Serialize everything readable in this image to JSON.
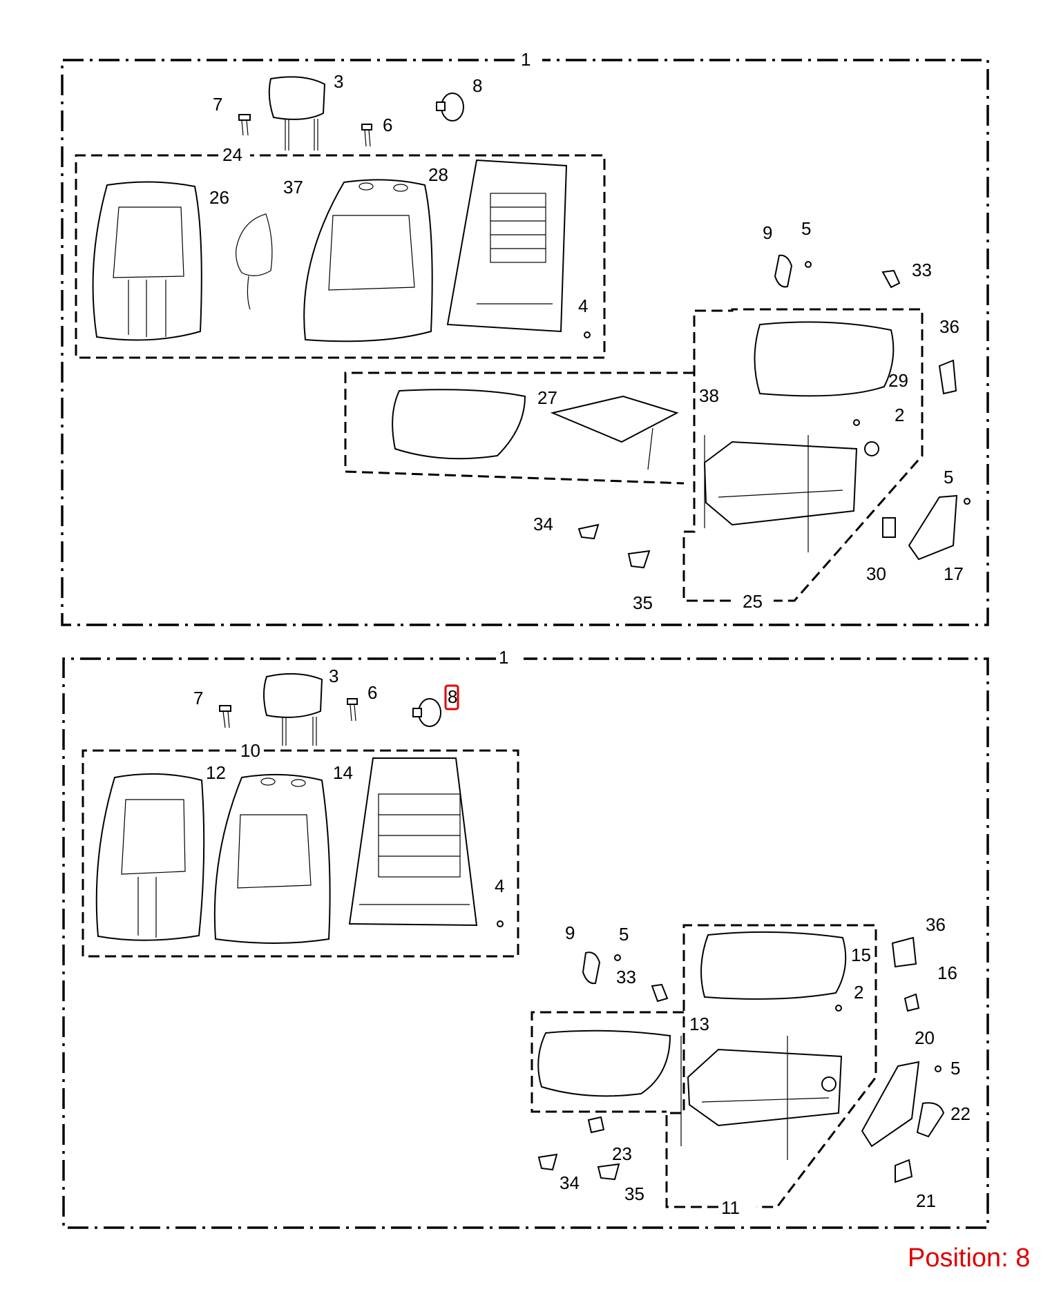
{
  "position_label": "Position: 8",
  "highlight_color": "#e00000",
  "callouts_top": [
    "1",
    "3",
    "8",
    "7",
    "6",
    "24",
    "26",
    "37",
    "28",
    "9",
    "5",
    "33",
    "4",
    "36",
    "29",
    "27",
    "38",
    "2",
    "5",
    "34",
    "35",
    "30",
    "17",
    "25"
  ],
  "callouts_bottom": [
    "1",
    "3",
    "7",
    "6",
    "8",
    "10",
    "12",
    "14",
    "4",
    "9",
    "5",
    "36",
    "33",
    "15",
    "16",
    "2",
    "13",
    "20",
    "5",
    "22",
    "23",
    "34",
    "35",
    "21",
    "11"
  ]
}
